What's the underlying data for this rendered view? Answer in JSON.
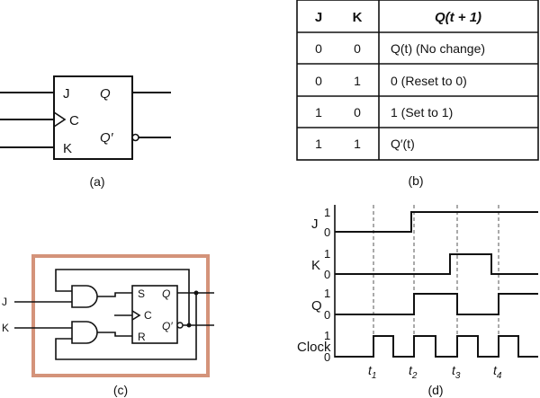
{
  "panel_a": {
    "caption": "(a)",
    "pins": {
      "j": "J",
      "c": "C",
      "k": "K",
      "q": "Q",
      "q_bar": "Q′"
    }
  },
  "panel_b": {
    "caption": "(b)",
    "headers": {
      "j": "J",
      "k": "K",
      "next": "Q(t + 1)"
    },
    "rows": [
      {
        "j": "0",
        "k": "0",
        "next": "Q(t) (No change)"
      },
      {
        "j": "0",
        "k": "1",
        "next": "0 (Reset to 0)"
      },
      {
        "j": "1",
        "k": "0",
        "next": "1 (Set to 1)"
      },
      {
        "j": "1",
        "k": "1",
        "next": "Q′(t)"
      }
    ]
  },
  "panel_c": {
    "caption": "(c)",
    "border_color": "#d4937a",
    "inputs": {
      "j": "J",
      "k": "K"
    },
    "ff_pins": {
      "s": "S",
      "c": "C",
      "r": "R",
      "q": "Q",
      "q_bar": "Q′"
    }
  },
  "panel_d": {
    "caption": "(d)",
    "signals": {
      "j": {
        "label": "J",
        "high": "1",
        "low": "0"
      },
      "k": {
        "label": "K",
        "high": "1",
        "low": "0"
      },
      "q": {
        "label": "Q",
        "high": "1",
        "low": "0"
      },
      "clock": {
        "label": "Clock",
        "high": "1",
        "low": "0"
      }
    },
    "time_markers": [
      {
        "base": "t",
        "sub": "1"
      },
      {
        "base": "t",
        "sub": "2"
      },
      {
        "base": "t",
        "sub": "3"
      },
      {
        "base": "t",
        "sub": "4"
      }
    ]
  }
}
